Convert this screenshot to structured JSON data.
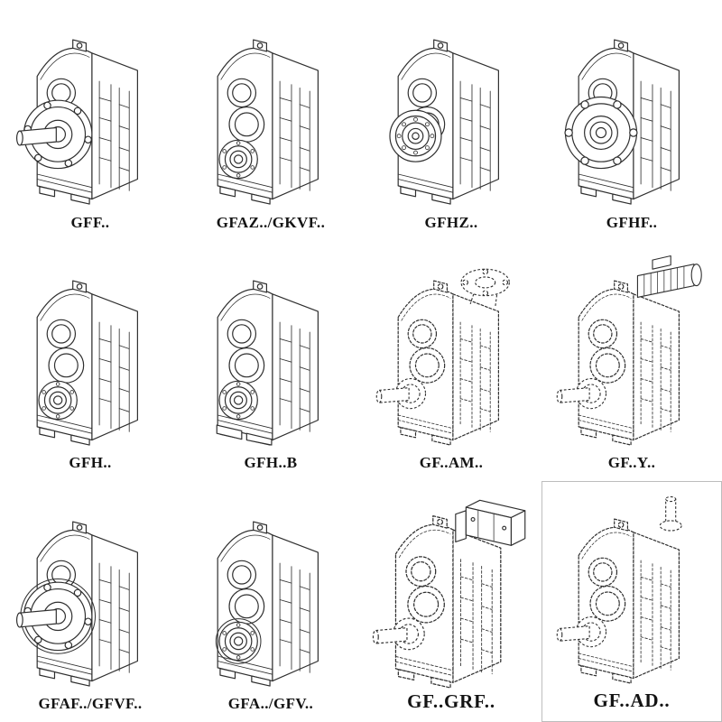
{
  "page": {
    "background": "#ffffff",
    "line_color": "#2f2f2f",
    "kind": "gear-reducer-model-overview-grid"
  },
  "catalog": {
    "items": [
      {
        "label": "GFF..",
        "variant": "solid-housing-output-flange-with-shaft"
      },
      {
        "label": "GFAZ../GKVF..",
        "variant": "solid-housing-hollow-output"
      },
      {
        "label": "GFHZ..",
        "variant": "solid-housing-large-bearing-output"
      },
      {
        "label": "GFHF..",
        "variant": "solid-housing-output-flange-hollow"
      },
      {
        "label": "GFH..",
        "variant": "solid-housing-hollow-output"
      },
      {
        "label": "GFH..B",
        "variant": "solid-housing-hollow-output-foot-mounted"
      },
      {
        "label": "GF..AM..",
        "variant": "dashed-housing-input-flange-adapter"
      },
      {
        "label": "GF..Y..",
        "variant": "dashed-housing-mounted-motor"
      },
      {
        "label": "GFAF../GFVF..",
        "variant": "solid-housing-output-flange-with-shaft-large"
      },
      {
        "label": "GFA../GFV..",
        "variant": "solid-housing-hollow-output-flange-ring"
      },
      {
        "label": "GF..GRF..",
        "variant": "dashed-housing-adapter-box"
      },
      {
        "label": "GF..AD..",
        "variant": "dashed-housing-top-input-shaft"
      }
    ]
  }
}
